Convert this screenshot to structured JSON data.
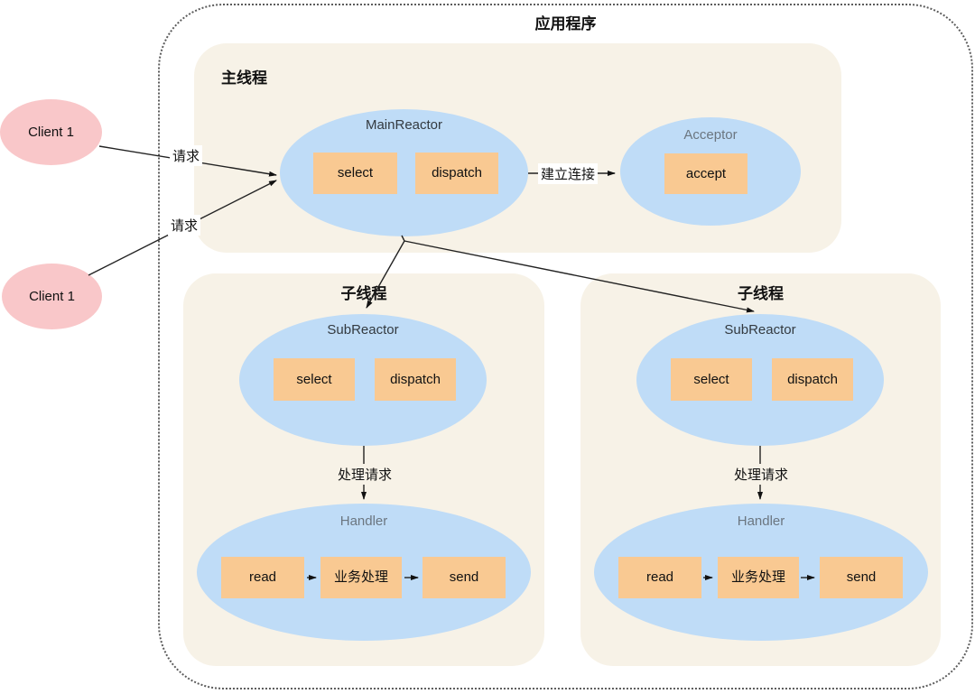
{
  "app_label": "应用程序",
  "colors": {
    "thread_box": "#f7f2e7",
    "reactor_ellipse": "#bfdcf7",
    "op_box": "#f9c992",
    "client_ellipse": "#f9c7c9",
    "dashed_border": "#5c5c5c",
    "gray_title": "#6b7680"
  },
  "clients": [
    {
      "label": "Client 1"
    },
    {
      "label": "Client 1"
    }
  ],
  "edges": {
    "request_labels": [
      "请求",
      "请求"
    ],
    "connect_label": "建立连接"
  },
  "main_thread": {
    "title": "主线程",
    "main_reactor": {
      "title": "MainReactor",
      "boxes": [
        "select",
        "dispatch"
      ]
    },
    "acceptor": {
      "title": "Acceptor",
      "boxes": [
        "accept"
      ]
    }
  },
  "sub_threads": [
    {
      "title": "子线程",
      "reactor": {
        "title": "SubReactor",
        "boxes": [
          "select",
          "dispatch"
        ]
      },
      "process_label": "处理请求",
      "handler": {
        "title": "Handler",
        "boxes": [
          "read",
          "业务处理",
          "send"
        ]
      }
    },
    {
      "title": "子线程",
      "reactor": {
        "title": "SubReactor",
        "boxes": [
          "select",
          "dispatch"
        ]
      },
      "process_label": "处理请求",
      "handler": {
        "title": "Handler",
        "boxes": [
          "read",
          "业务处理",
          "send"
        ]
      }
    }
  ]
}
